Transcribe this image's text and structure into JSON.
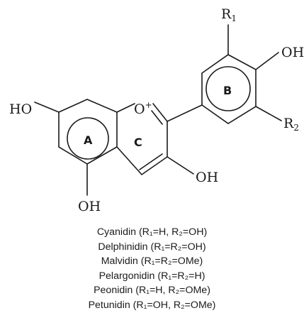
{
  "structure": {
    "substituents": {
      "r1": "R1",
      "r2": "R2",
      "oh_b_ring": "OH",
      "ho_left": "HO",
      "oh_c3": "OH",
      "oh_a5": "OH",
      "oxonium_o": "O",
      "oxonium_charge": "+"
    },
    "ring_labels": {
      "a": "A",
      "b": "B",
      "c": "C"
    }
  },
  "legend": [
    "Cyanidin (R₁=H, R₂=OH)",
    "Delphinidin (R₁=R₂=OH)",
    "Malvidin (R₁=R₂=OMe)",
    "Pelargonidin (R₁=R₂=H)",
    "Peonidin (R₁=H, R₂=OMe)",
    "Petunidin (R₁=OH, R₂=OMe)"
  ]
}
